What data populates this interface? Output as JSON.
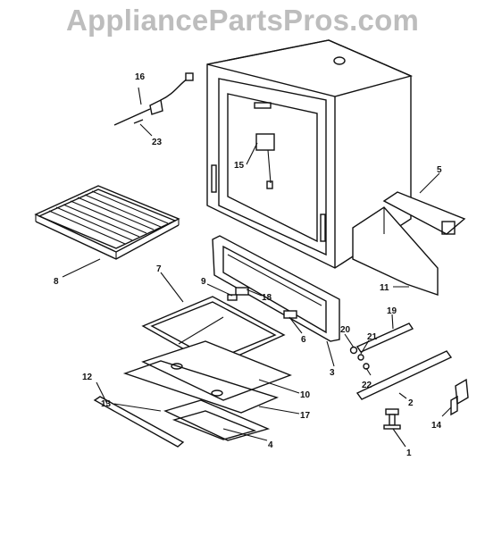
{
  "watermark": "AppliancePartsPros.com",
  "callouts": [
    {
      "id": "c1",
      "text": "1"
    },
    {
      "id": "c2",
      "text": "2"
    },
    {
      "id": "c3",
      "text": "3"
    },
    {
      "id": "c4",
      "text": "4"
    },
    {
      "id": "c5",
      "text": "5"
    },
    {
      "id": "c6",
      "text": "6"
    },
    {
      "id": "c7",
      "text": "7"
    },
    {
      "id": "c8",
      "text": "8"
    },
    {
      "id": "c9",
      "text": "9"
    },
    {
      "id": "c10",
      "text": "10"
    },
    {
      "id": "c11",
      "text": "11"
    },
    {
      "id": "c12",
      "text": "12"
    },
    {
      "id": "c13",
      "text": "13"
    },
    {
      "id": "c14",
      "text": "14"
    },
    {
      "id": "c15",
      "text": "15"
    },
    {
      "id": "c16",
      "text": "16"
    },
    {
      "id": "c17",
      "text": "17"
    },
    {
      "id": "c18",
      "text": "18"
    },
    {
      "id": "c19",
      "text": "19"
    },
    {
      "id": "c20",
      "text": "20"
    },
    {
      "id": "c21",
      "text": "21"
    },
    {
      "id": "c22",
      "text": "22"
    },
    {
      "id": "c23",
      "text": "23"
    }
  ]
}
